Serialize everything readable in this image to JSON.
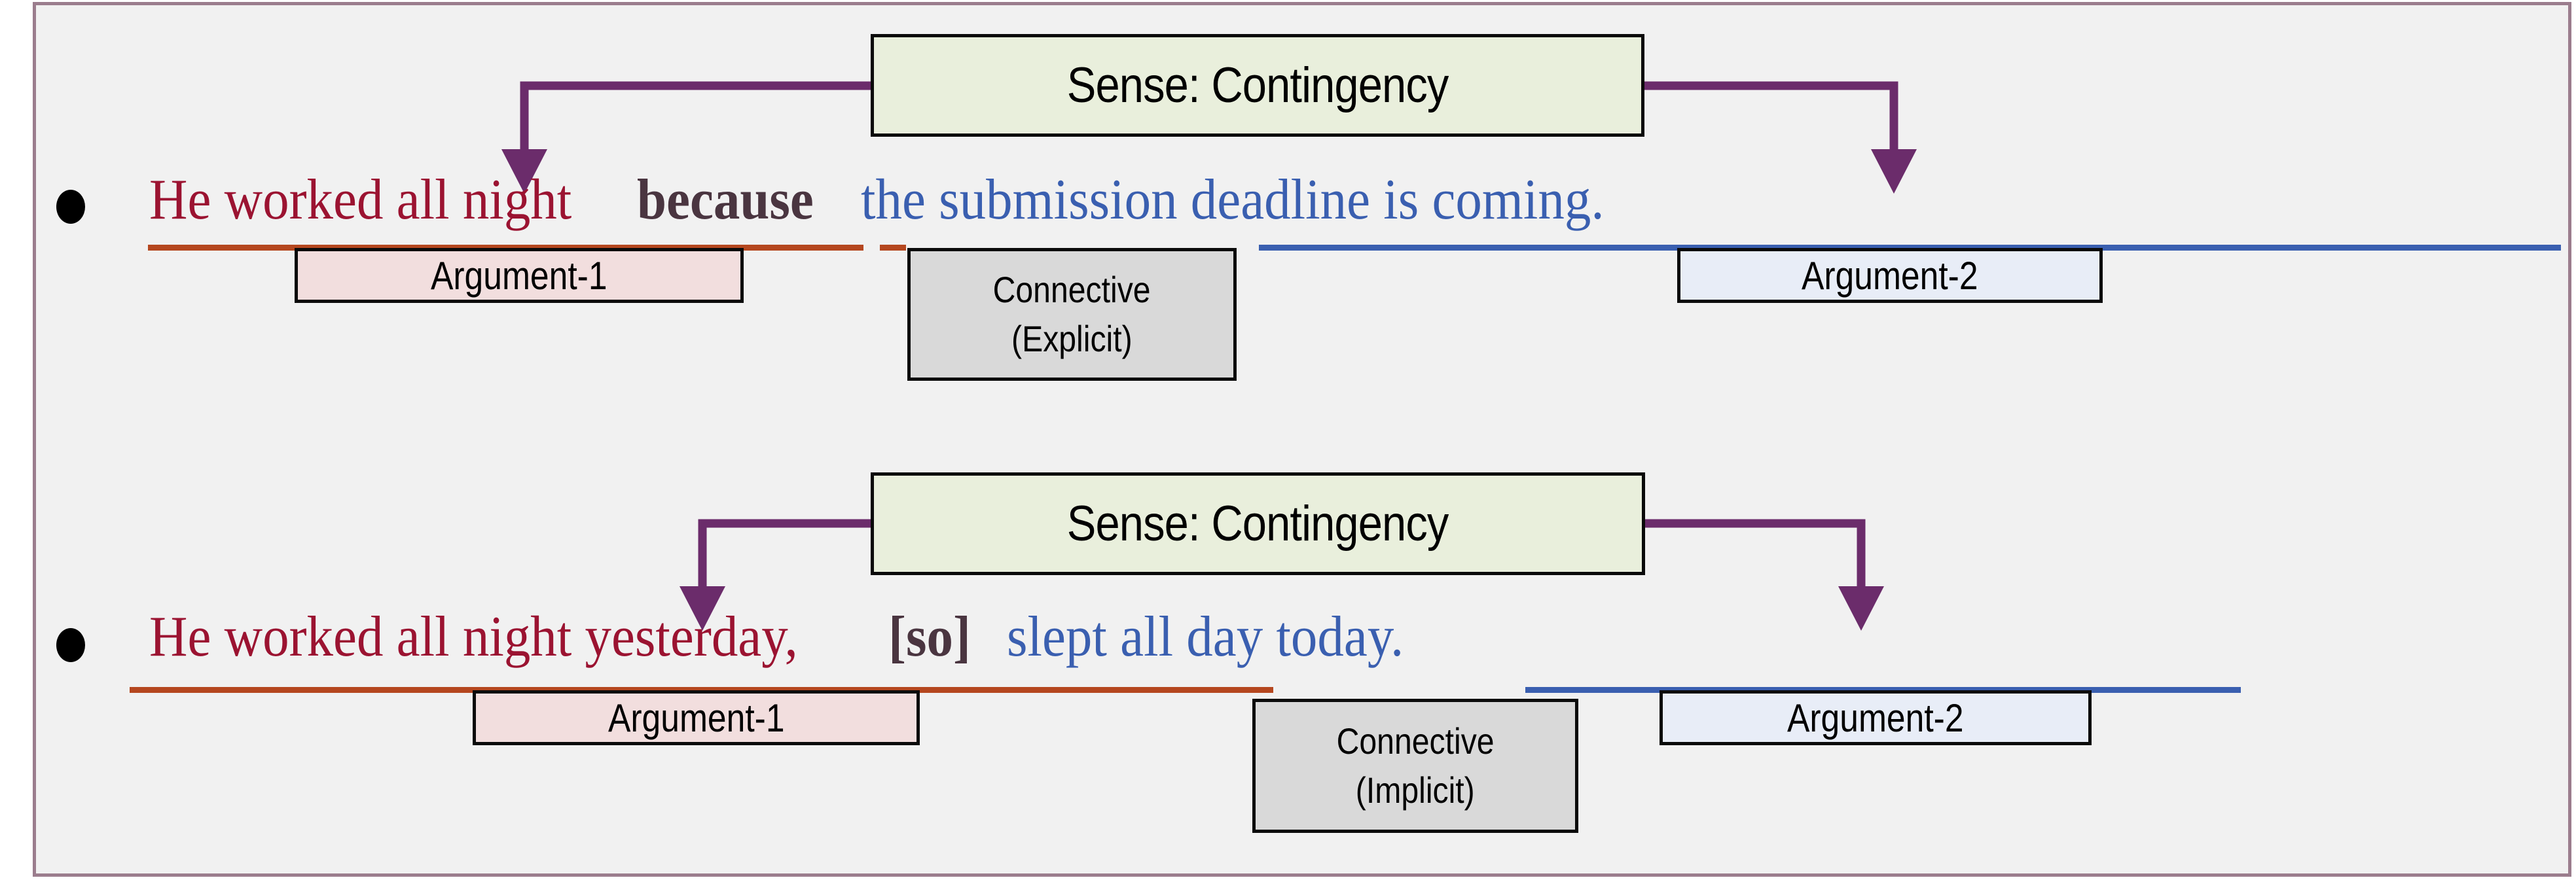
{
  "figure": {
    "title": "Discourse relation annotation example",
    "frame_border_color": "#9b7d8d",
    "background_color": "#f1f1f1",
    "colors": {
      "arg1_text": "#9b1331",
      "arg1_underline": "#b5471f",
      "arg1_chip_fill": "#f2dede",
      "arg2_text": "#3a5fb0",
      "arg2_underline": "#3a5fb0",
      "arg2_chip_fill": "#e8edf7",
      "connective_text": "#4a3540",
      "connective_chip_fill": "#d9d9d9",
      "sense_box_fill": "#e9efdc",
      "arrow": "#6b2c6b",
      "border": "#0a0a0a"
    }
  },
  "examples": [
    {
      "id": "example-explicit",
      "bullet": "•",
      "sense_label": "Sense: Contingency",
      "segments": {
        "arg1": "He worked all night",
        "connective": "because",
        "arg2": "the submission deadline is coming."
      },
      "chips": {
        "arg1": "Argument-1",
        "connective_line1": "Connective",
        "connective_line2": "(Explicit)",
        "arg2": "Argument-2"
      }
    },
    {
      "id": "example-implicit",
      "bullet": "•",
      "sense_label": "Sense: Contingency",
      "segments": {
        "arg1": "He worked all night yesterday,",
        "connective": "[so]",
        "arg2": "slept all day today."
      },
      "chips": {
        "arg1": "Argument-1",
        "connective_line1": "Connective",
        "connective_line2": "(Implicit)",
        "arg2": "Argument-2"
      }
    }
  ]
}
